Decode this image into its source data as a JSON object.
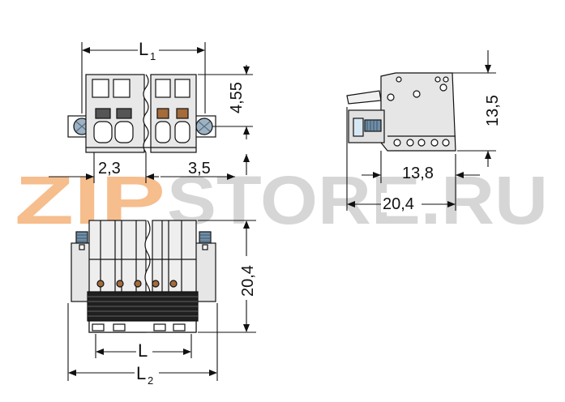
{
  "watermark": {
    "text_orange": "ZIP",
    "text_gray": "STORE.RU",
    "color_orange": "#f5b27a",
    "color_gray": "#cfcfcf"
  },
  "dimensions": {
    "L1": "L",
    "L1_sub": "1",
    "h_455": "4,55",
    "w_23": "2,3",
    "w_35": "3,5",
    "h_135": "13,5",
    "w_138": "13,8",
    "w_204": "20,4",
    "h_204": "20,4",
    "L": "L",
    "L2": "L",
    "L2_sub": "2"
  },
  "colors": {
    "line": "#111111",
    "body_fill": "#e4e4e4",
    "flange_fill": "#9db2c4",
    "pin_fill": "#6f8fa8"
  }
}
